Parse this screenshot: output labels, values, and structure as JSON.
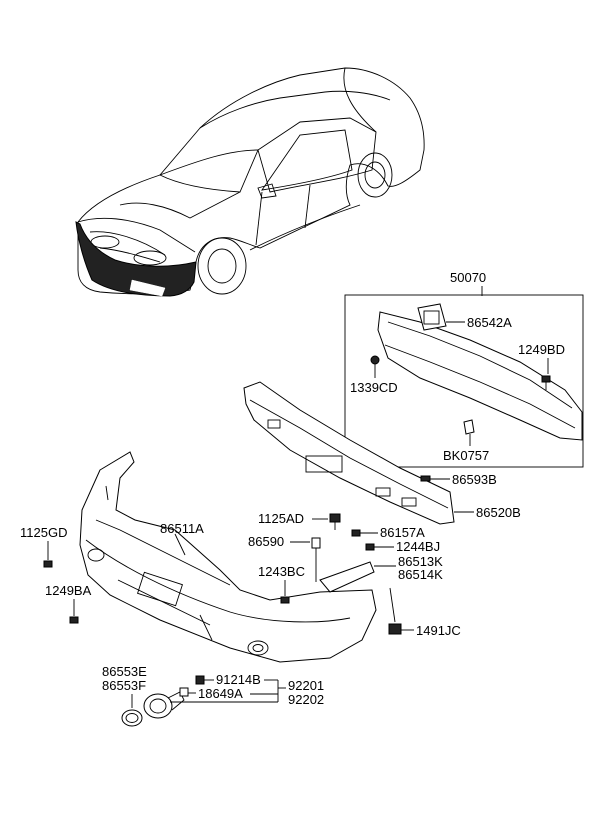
{
  "parts": {
    "p50070": "50070",
    "p86542A": "86542A",
    "p1249BD": "1249BD",
    "p1339CD": "1339CD",
    "pBK0757": "BK0757",
    "p86593B": "86593B",
    "p86520B": "86520B",
    "p1125GD": "1125GD",
    "p86511A": "86511A",
    "p1125AD": "1125AD",
    "p86157A": "86157A",
    "p86590": "86590",
    "p1244BJ": "1244BJ",
    "p1243BC": "1243BC",
    "p86513K": "86513K",
    "p86514K": "86514K",
    "p1249BA": "1249BA",
    "p1491JC": "1491JC",
    "p86553E": "86553E",
    "p86553F": "86553F",
    "p91214B": "91214B",
    "p18649A": "18649A",
    "p92201": "92201",
    "p92202": "92202"
  }
}
